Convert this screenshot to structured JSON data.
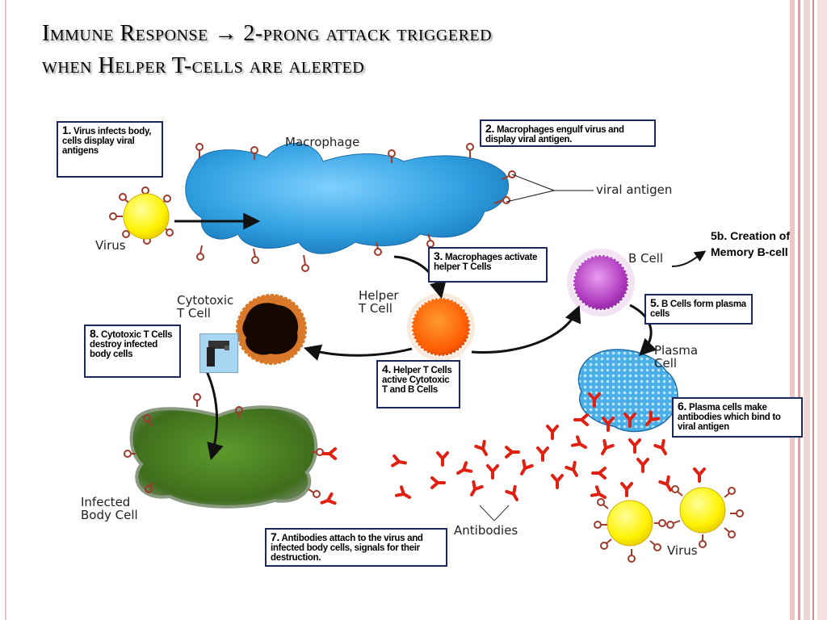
{
  "title": {
    "line1": "Immune Response → 2-prong attack triggered",
    "line2": "when Helper T-cells are alerted"
  },
  "steps": [
    {
      "number": "1.",
      "text": "Virus infects body, cells display viral antigens"
    },
    {
      "number": "2.",
      "text": "Macrophages engulf virus and display viral antigen."
    },
    {
      "number": "3.",
      "text": "Macrophages activate helper T Cells"
    },
    {
      "number": "4.",
      "text": "Helper T Cells active Cytotoxic T and B Cells"
    },
    {
      "number": "5.",
      "text": "B Cells form plasma cells"
    },
    {
      "number": "6.",
      "text": "Plasma cells make antibodies which bind to viral antigen"
    },
    {
      "number": "7.",
      "text": "Antibodies attach to the virus and infected body cells, signals for their destruction."
    },
    {
      "number": "8.",
      "text": "Cytotoxic T Cells destroy infected body cells"
    }
  ],
  "labels": {
    "macrophage": "Macrophage",
    "viral_antigen": "viral antigen",
    "virus_left": "Virus",
    "helper_t_line1": "Helper",
    "helper_t_line2": "T Cell",
    "cytotoxic_line1": "Cytotoxic",
    "cytotoxic_line2": "T Cell",
    "b_cell": "B Cell",
    "plasma_line1": "Plasma",
    "plasma_line2": "Cell",
    "infected_line1": "Infected",
    "infected_line2": "Body Cell",
    "antibodies": "Antibodies",
    "virus_right": "Virus"
  },
  "note_5b": {
    "line1": "5b. Creation of",
    "line2": "Memory B-cell"
  },
  "colors": {
    "macrophage": "#2e9fe0",
    "virus": "#fff200",
    "helper_t": "#ff6a00",
    "cytotoxic_t": "#1a0a00",
    "b_cell": "#b03cc0",
    "plasma_cell": "#5ab8f0",
    "infected_cell": "#4d7a23",
    "antibody": "#e02010",
    "antigen": "#a03a2a",
    "box_border": "#1b2a5a"
  }
}
